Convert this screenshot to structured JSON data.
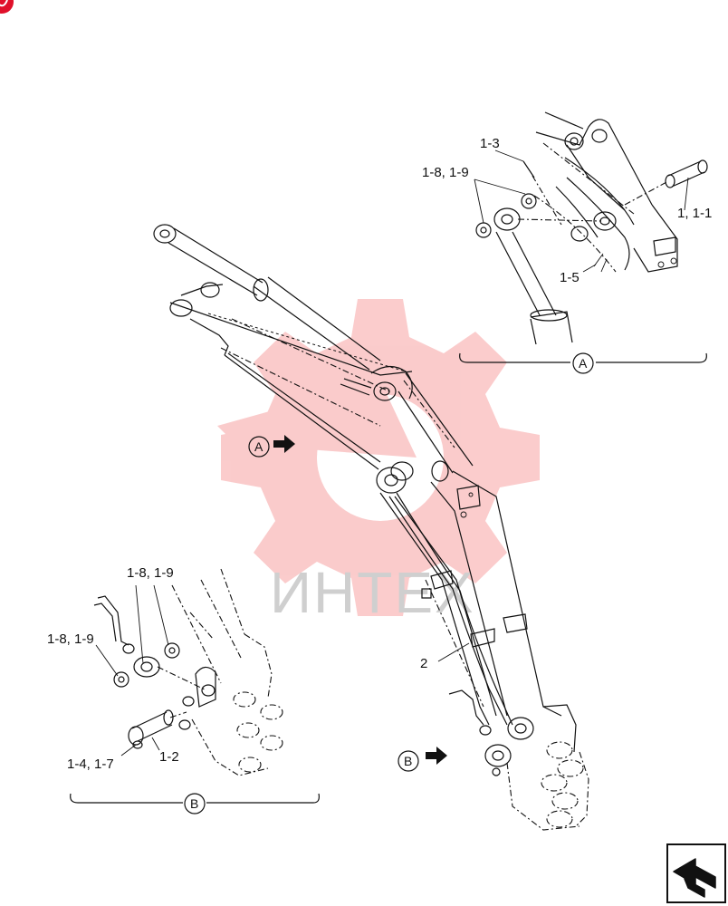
{
  "watermark_text": "ИНТЕХ",
  "parts": {
    "p1_3": "1-3",
    "p1_8_9_a": "1-8, 1-9",
    "p1_1": "1, 1-1",
    "p1_5": "1-5",
    "p1_8_9_b1": "1-8, 1-9",
    "p1_8_9_b2": "1-8, 1-9",
    "p1_4_7": "1-4, 1-7",
    "p1_2": "1-2",
    "p2": "2"
  },
  "callouts": {
    "view_a_arrow": "A",
    "view_a_detail": "A",
    "view_b_arrow": "B",
    "view_b_detail": "B"
  },
  "colors": {
    "watermark": "#f04848",
    "line": "#111111",
    "badge": "#e0102a"
  },
  "icons": {
    "corner_badge": "red-circle-icon",
    "navigation": "return-arrow-icon"
  }
}
